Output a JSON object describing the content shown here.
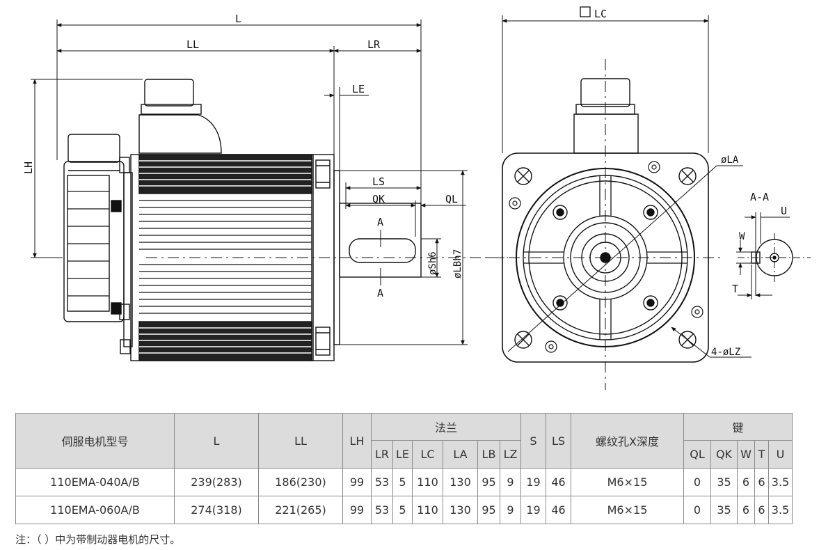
{
  "drawing": {
    "side_view": {
      "L": "L",
      "LL": "LL",
      "LR": "LR",
      "LE": "LE",
      "LH": "LH",
      "LS": "LS",
      "QK": "QK",
      "QL": "QL",
      "section_top": "A",
      "section_bottom": "A",
      "shaft_dia": "øSh6",
      "spigot_dia": "øLBh7"
    },
    "front_view": {
      "LC": "LC",
      "LA": "øLA",
      "LZ": "4-øLZ"
    },
    "section_view": {
      "title": "A-A",
      "U": "U",
      "W": "W",
      "T": "T"
    }
  },
  "table": {
    "headers": {
      "model": "伺服电机型号",
      "L": "L",
      "LL": "LL",
      "LH": "LH",
      "flange": "法兰",
      "S": "S",
      "LS": "LS",
      "thread": "螺纹孔X深度",
      "key": "键"
    },
    "flange_sub": [
      "LR",
      "LE",
      "LC",
      "LA",
      "LB",
      "LZ"
    ],
    "key_sub": [
      "QL",
      "QK",
      "W",
      "T",
      "U"
    ],
    "rows": [
      {
        "model": "110EMA-040A/B",
        "L": "239(283)",
        "LL": "186(230)",
        "LH": "99",
        "LR": "53",
        "LE": "5",
        "LC": "110",
        "LA": "130",
        "LB": "95",
        "LZ": "9",
        "S": "19",
        "LS": "46",
        "thread": "M6×15",
        "QL": "0",
        "QK": "35",
        "W": "6",
        "T": "6",
        "U": "3.5"
      },
      {
        "model": "110EMA-060A/B",
        "L": "274(318)",
        "LL": "221(265)",
        "LH": "99",
        "LR": "53",
        "LE": "5",
        "LC": "110",
        "LA": "130",
        "LB": "95",
        "LZ": "9",
        "S": "19",
        "LS": "46",
        "thread": "M6×15",
        "QL": "0",
        "QK": "35",
        "W": "6",
        "T": "6",
        "U": "3.5"
      }
    ]
  },
  "note": "注：（ ）中为带制动器电机的尺寸。"
}
